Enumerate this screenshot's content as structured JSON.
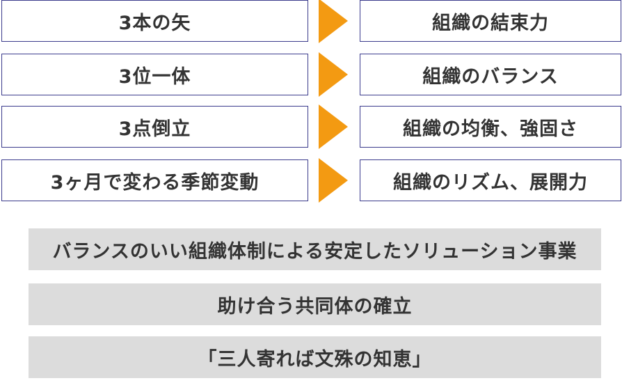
{
  "colors": {
    "border": "#3a3a8c",
    "arrow": "#f39a12",
    "bar_background": "#dcdcdc",
    "text": "#333333"
  },
  "rows": [
    {
      "left": "3本の矢",
      "right": "組織の結束力"
    },
    {
      "left": "3位一体",
      "right": "組織のバランス"
    },
    {
      "left": "3点倒立",
      "right": "組織の均衡、強固さ"
    },
    {
      "left": "3ヶ月で変わる季節変動",
      "right": "組織のリズム、展開力"
    }
  ],
  "bars": [
    "バランスのいい組織体制による安定したソリューション事業",
    "助け合う共同体の確立",
    "「三人寄れば文殊の知恵」"
  ]
}
